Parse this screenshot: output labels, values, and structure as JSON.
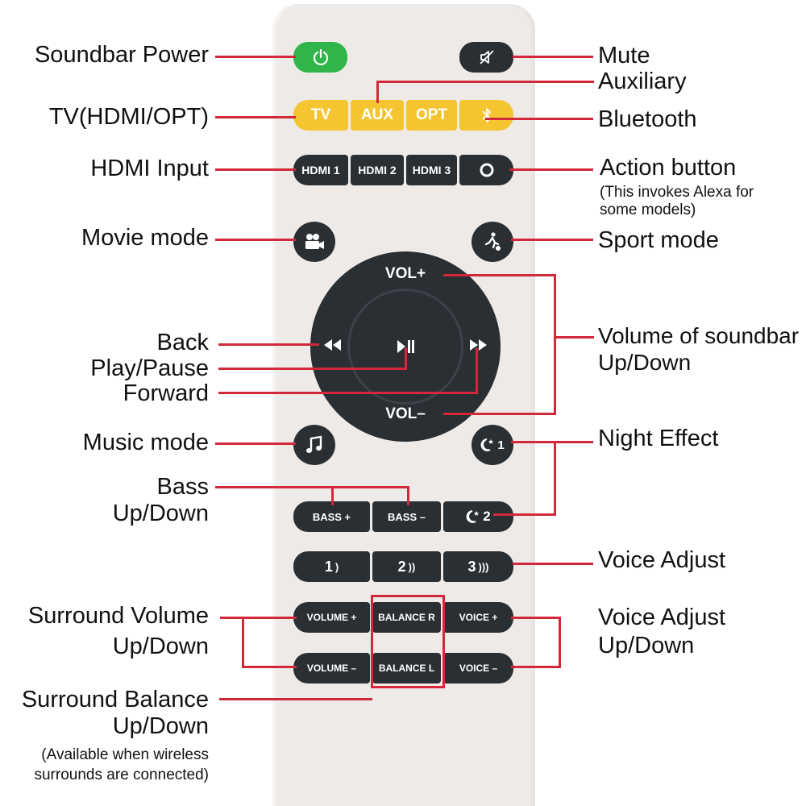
{
  "colors": {
    "remote_body": "#eeeae7",
    "button_dark": "#2a2f33",
    "button_yellow": "#f5c531",
    "button_green": "#2fb54a",
    "callout_line": "#d3283a",
    "label_text": "#111111"
  },
  "buttons": {
    "power": {
      "icon": "power-icon"
    },
    "mute": {
      "icon": "mute-icon"
    },
    "tv": "TV",
    "aux": "AUX",
    "opt": "OPT",
    "bluetooth": {
      "icon": "bluetooth-icon"
    },
    "hdmi1": "HDMI 1",
    "hdmi2": "HDMI 2",
    "hdmi3": "HDMI 3",
    "action": {
      "icon": "alexa-ring-icon"
    },
    "movie": {
      "icon": "movie-camera-icon"
    },
    "sport": {
      "icon": "soccer-player-icon"
    },
    "vol_up": "VOL+",
    "vol_down": "VOL–",
    "back": {
      "icon": "rewind-icon"
    },
    "play_pause": {
      "icon": "play-pause-icon"
    },
    "forward": {
      "icon": "fast-forward-icon"
    },
    "music": {
      "icon": "music-note-icon"
    },
    "night1": {
      "icon": "moon-star-icon",
      "text": "1"
    },
    "bass_up": "BASS +",
    "bass_down": "BASS –",
    "night2": {
      "icon": "moon-star-icon",
      "text": "2"
    },
    "voice1": "1",
    "voice2": "2",
    "voice3": "3",
    "volume_up": "VOLUME +",
    "balance_r": "BALANCE R",
    "voice_up": "VOICE +",
    "volume_down": "VOLUME –",
    "balance_l": "BALANCE L",
    "voice_down": "VOICE –"
  },
  "labels": {
    "soundbar_power": "Soundbar Power",
    "mute": "Mute",
    "auxiliary": "Auxiliary",
    "tv_hdmi_opt": "TV(HDMI/OPT)",
    "bluetooth": "Bluetooth",
    "hdmi_input": "HDMI Input",
    "action_button": "Action button",
    "action_note_1": "(This invokes Alexa for",
    "action_note_2": "some models)",
    "movie_mode": "Movie mode",
    "sport_mode": "Sport mode",
    "back": "Back",
    "play_pause": "Play/Pause",
    "forward": "Forward",
    "volume_soundbar_1": "Volume of soundbar",
    "volume_soundbar_2": "Up/Down",
    "music_mode": "Music mode",
    "night_effect": "Night Effect",
    "bass_1": "Bass",
    "bass_2": "Up/Down",
    "voice_adjust": "Voice Adjust",
    "surround_volume_1": "Surround Volume",
    "surround_volume_2": "Up/Down",
    "voice_adjust_ud_1": "Voice Adjust",
    "voice_adjust_ud_2": "Up/Down",
    "surround_balance_1": "Surround Balance",
    "surround_balance_2": "Up/Down",
    "surround_note_1": "(Available when wireless",
    "surround_note_2": "surrounds are connected)"
  }
}
